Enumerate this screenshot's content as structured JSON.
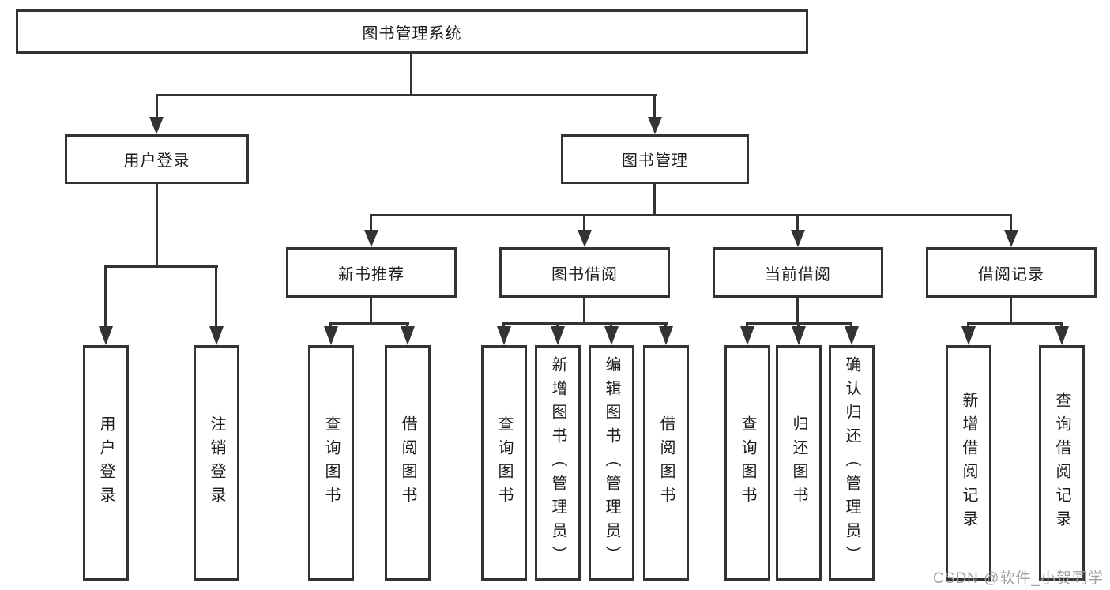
{
  "diagram": {
    "tree": {
      "label": "图书管理系统",
      "children": [
        {
          "label": "用户登录",
          "children": [
            {
              "label": "用户登录"
            },
            {
              "label": "注销登录"
            }
          ]
        },
        {
          "label": "图书管理",
          "children": [
            {
              "label": "新书推荐",
              "children": [
                {
                  "label": "查询图书"
                },
                {
                  "label": "借阅图书"
                }
              ]
            },
            {
              "label": "图书借阅",
              "children": [
                {
                  "label": "查询图书"
                },
                {
                  "label": "新增图书（管理员）"
                },
                {
                  "label": "编辑图书（管理员）"
                },
                {
                  "label": "借阅图书"
                }
              ]
            },
            {
              "label": "当前借阅",
              "children": [
                {
                  "label": "查询图书"
                },
                {
                  "label": "归还图书"
                },
                {
                  "label": "确认归还（管理员）"
                }
              ]
            },
            {
              "label": "借阅记录",
              "children": [
                {
                  "label": "新增借阅记录"
                },
                {
                  "label": "查询借阅记录"
                }
              ]
            }
          ]
        }
      ]
    },
    "colors": {
      "line": "#333333",
      "text": "#1d1d1d",
      "background": "#ffffff",
      "watermark": "#a0a0a0"
    }
  },
  "watermark": {
    "text": "CSDN @软件_小贺同学"
  }
}
